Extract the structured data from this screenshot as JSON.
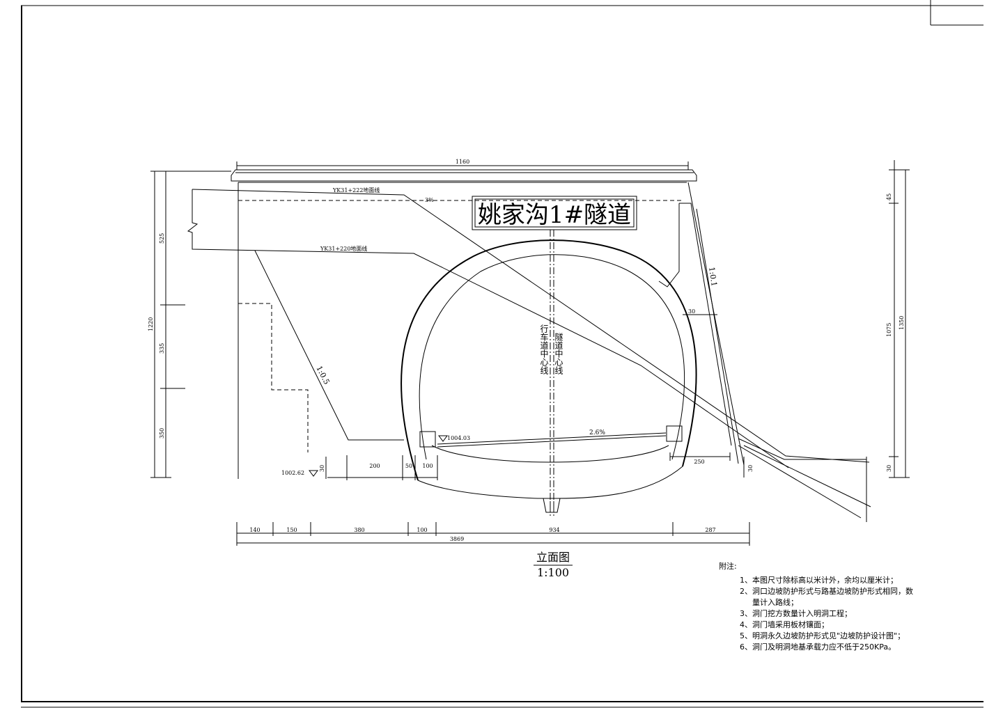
{
  "sign": {
    "text": "姚家沟1#隧道"
  },
  "view": {
    "title": "立面图",
    "scale": "1:100"
  },
  "labels": {
    "ground_line_1": "YK31+222地面线",
    "ground_line_2": "YK31+220地面线",
    "grade_top": "3%",
    "grade_road": "2.6%",
    "slope_left": "1:0.5",
    "slope_right": "1:0.1",
    "thickness_30": "30",
    "elev_road": "1004.03",
    "elev_base": "1002.62",
    "road_centerline": "行车道中心线",
    "tunnel_centerline": "隧道中心线"
  },
  "dims": {
    "top_width": "1160",
    "left_total": "1220",
    "left_parts": [
      "525",
      "335",
      "350"
    ],
    "left_small": "30",
    "right_total": "1350",
    "right_parts": [
      "45",
      "1075",
      "30"
    ],
    "right_small": "30",
    "mid": [
      "200",
      "50",
      "100",
      "250"
    ],
    "bottom": [
      "140",
      "150",
      "380",
      "100",
      "934",
      "287"
    ],
    "bottom_total": "3869"
  },
  "notes": {
    "title": "附注:",
    "items": [
      "1、本图尺寸除标高以米计外，余均以厘米计；",
      "2、洞口边坡防护形式与路基边坡防护形式相同，数",
      "量计入路线；",
      "3、洞门挖方数量计入明洞工程；",
      "4、洞门墙采用板材镶面；",
      "5、明洞永久边坡防护形式见\"边坡防护设计图\"；",
      "6、洞门及明洞地基承载力应不低于250KPa。"
    ]
  }
}
